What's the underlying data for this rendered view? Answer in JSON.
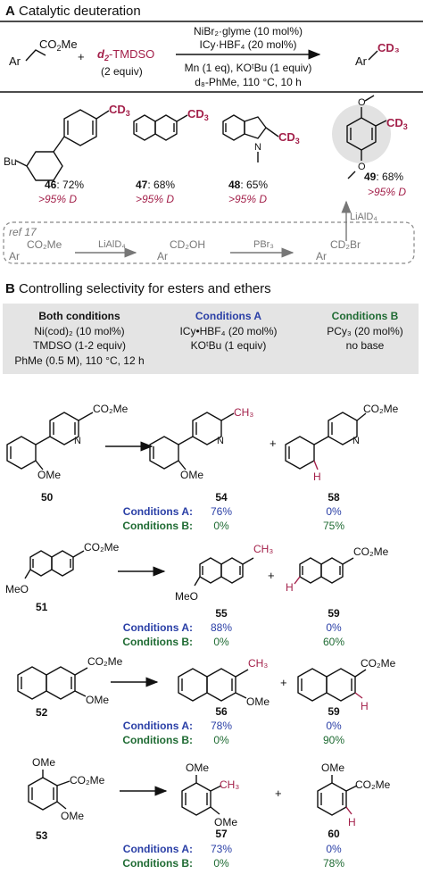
{
  "sectionA": {
    "letter": "A",
    "title": "Catalytic deuteration",
    "scheme": {
      "reactant_sub": "CO",
      "reactant_sub2": "2",
      "reactant_me": "Me",
      "ar": "Ar",
      "plus": "+",
      "reagent_d": "d",
      "reagent_d_sub": "2",
      "reagent_name": "-TMDSO",
      "reagent_equiv": "(2 equiv)",
      "cond_above_1": "NiBr₂·glyme (10 mol%)",
      "cond_above_2": "ICy·HBF₄ (20 mol%)",
      "cond_below_1": "Mn (1 eq), KOᵗBu (1 equiv)",
      "cond_below_2": "d₈-PhMe, 110 °C, 10 h",
      "product_cd3": "CD₃"
    },
    "examples": [
      {
        "id": "46",
        "yield": ": 72%",
        "d": ">95% D",
        "label": "Bu"
      },
      {
        "id": "47",
        "yield": ": 68%",
        "d": ">95% D"
      },
      {
        "id": "48",
        "yield": ": 65%",
        "d": ">95% D",
        "label": "N"
      },
      {
        "id": "49",
        "yield": ": 68%",
        "d": ">95% D"
      }
    ],
    "ref_box": {
      "ref": "ref 17",
      "s1": "Ar",
      "s1_group": "CO₂Me",
      "arrow1": "LiAlD₄",
      "s2": "Ar",
      "s2_group": "CD₂OH",
      "arrow2": "PBr₃",
      "s3": "Ar",
      "s3_group": "CD₂Br",
      "arrow3": "LiAlD₄"
    }
  },
  "sectionB": {
    "letter": "B",
    "title": "Controlling selectivity for esters and ethers",
    "conditions": {
      "both_head": "Both conditions",
      "both_1": "Ni(cod)₂ (10 mol%)",
      "both_2": "TMDSO (1-2 equiv)",
      "both_3": "PhMe (0.5 M), 110 °C, 12 h",
      "a_head": "Conditions A",
      "a_1": "ICy•HBF₄ (20 mol%)",
      "a_2": "KOᵗBu (1 equiv)",
      "b_head": "Conditions B",
      "b_1": "PCy₃ (20 mol%)",
      "b_2": "no base"
    },
    "label_a": "Conditions A:",
    "label_b": "Conditions B:",
    "rows": [
      {
        "sm": "50",
        "p1": "54",
        "p2": "58",
        "a1": "76%",
        "a2": "0%",
        "b1": "0%",
        "b2": "75%"
      },
      {
        "sm": "51",
        "p1": "55",
        "p2": "59",
        "a1": "88%",
        "a2": "0%",
        "b1": "0%",
        "b2": "60%"
      },
      {
        "sm": "52",
        "p1": "56",
        "p2": "59",
        "a1": "78%",
        "a2": "0%",
        "b1": "0%",
        "b2": "90%"
      },
      {
        "sm": "53",
        "p1": "57",
        "p2": "60",
        "a1": "73%",
        "a2": "0%",
        "b1": "0%",
        "b2": "78%"
      }
    ],
    "groups": {
      "co2me": "CO₂Me",
      "ch3": "CH₃",
      "ome": "OMe",
      "meo": "MeO",
      "h": "H",
      "n": "N",
      "o": "O",
      "plus": "+"
    }
  }
}
